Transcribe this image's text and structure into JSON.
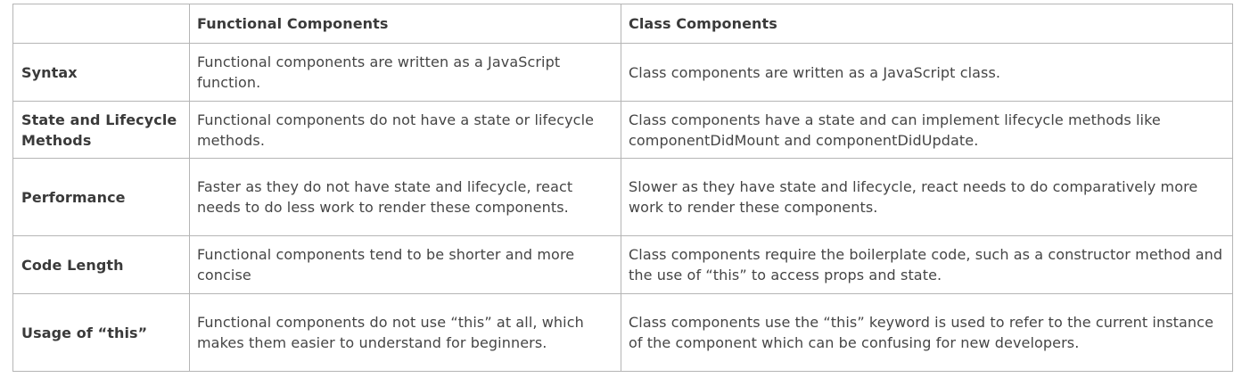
{
  "table": {
    "headers": [
      "",
      "Functional Components",
      "Class Components"
    ],
    "rows": [
      {
        "label": "Syntax",
        "functional": "Functional components are written as a JavaScript function.",
        "class": "Class components are written as a JavaScript class."
      },
      {
        "label": "State and Lifecycle Methods",
        "functional": "Functional components do not have a state or lifecycle methods.",
        "class": "Class components have a state and can implement lifecycle methods like componentDidMount and componentDidUpdate."
      },
      {
        "label": "Performance",
        "functional": "Faster as they do not have state and lifecycle, react needs to do less work to render these components.",
        "class": "Slower as they have state and lifecycle, react needs to do comparatively more work to render these components."
      },
      {
        "label": "Code Length",
        "functional": "Functional components tend to be shorter and more concise",
        "class": "Class components require the boilerplate code, such as a constructor method and the use of “this” to access props and state."
      },
      {
        "label": "Usage of “this”",
        "functional": "Functional components do not use “this” at all, which makes them easier to understand for beginners.",
        "class": "Class components use the “this” keyword is used to refer to the current instance of the component which can be confusing for new developers."
      }
    ]
  }
}
